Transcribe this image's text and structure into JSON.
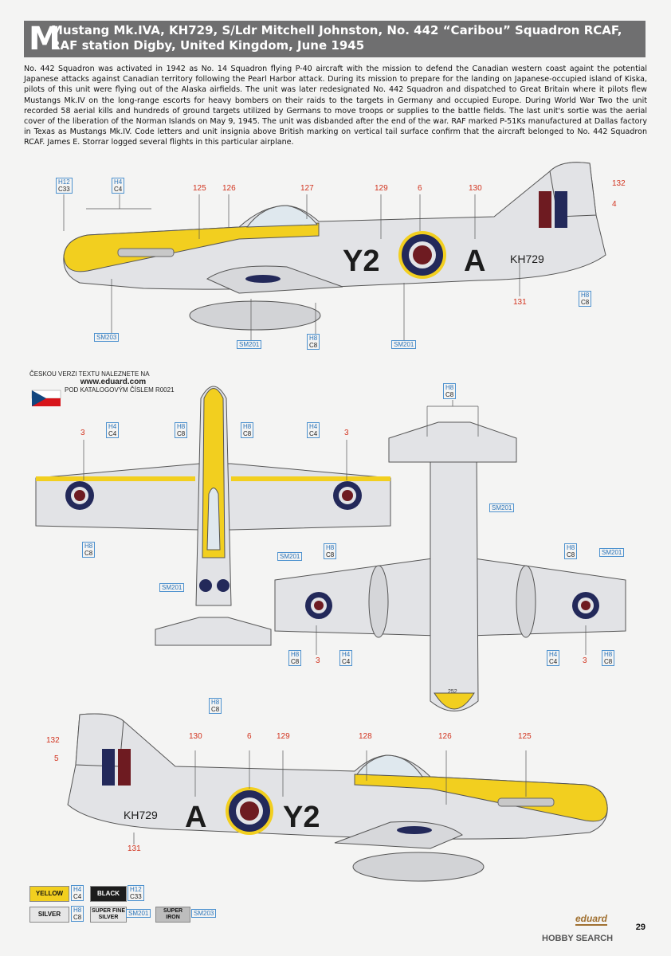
{
  "header": {
    "letter": "M",
    "title": "Mustang Mk.IVA, KH729, S/Ldr Mitchell Johnston, No. 442 “Caribou” Squadron RCAF, RAF station Digby, United Kingdom, June 1945"
  },
  "description": "No. 442 Squadron was activated in 1942 as No. 14 Squadron flying P-40 aircraft with the mission to defend the Canadian western coast againt the potential Japanese attacks against Canadian territory following the Pearl Harbor attack. During its mission to prepare for the landing on Japanese-occupied island of Kiska, pilots of this unit were flying out of the Alaska airfields. The unit was later redesignated No. 442 Squadron and dispatched to Great Britain where it pilots flew Mustangs Mk.IV on the long-range escorts for heavy bombers on their raids to the targets in Germany and occupied Europe. During World War Two the unit recorded 58 aerial kills and hundreds of ground targets utilized by Germans to move troops or supplies to the battle fields. The last unit's sortie was the aerial cover of the liberation of the Norman Islands on May 9, 1945. The unit was disbanded after the end of the war. RAF marked P-51Ks manufactured at Dallas factory in Texas as Mustangs Mk.IV. Code letters and unit insignia above British marking on vertical tail surface confirm that the aircraft belonged to No. 442 Squadron RCAF. James E. Storrar logged several flights in this particular airplane.",
  "markings": {
    "code_left": "Y2",
    "code_right": "A",
    "serial": "KH729",
    "tail_code": "252"
  },
  "czech_note": {
    "line1": "ČESKOU VERZI TEXTU NALEZNETE NA",
    "web": "www.eduard.com",
    "line2": "POD KATALOGOVÝM ČÍSLEM R0021"
  },
  "refs": {
    "h12": "H12",
    "c33": "C33",
    "h4": "H4",
    "c4": "C4",
    "h8": "H8",
    "c8": "C8",
    "sm201": "SM201",
    "sm203": "SM203"
  },
  "callouts": {
    "n125": "125",
    "n126": "126",
    "n127": "127",
    "n128": "128",
    "n129": "129",
    "n130": "130",
    "n6": "6",
    "n132": "132",
    "n4": "4",
    "n131": "131",
    "n3": "3",
    "n5": "5"
  },
  "legend": [
    {
      "label": "YELLOW",
      "code1": "H4",
      "code2": "C4",
      "color": "#f2cf1f"
    },
    {
      "label": "BLACK",
      "code1": "H12",
      "code2": "C33",
      "color": "#1c1c1c"
    },
    {
      "label": "SILVER",
      "code1": "H8",
      "code2": "C8",
      "color": "#e6e6e6"
    },
    {
      "label": "SUPER FINE SILVER",
      "code1": "SM201",
      "code2": "",
      "color": "#e6e6e6"
    },
    {
      "label": "SUPER IRON",
      "code1": "SM203",
      "code2": "",
      "color": "#bdbdbd"
    }
  ],
  "footer": {
    "brand": "eduard",
    "page": "29",
    "watermark": "HOBBY SEARCH"
  },
  "colors": {
    "yellow": "#f2cf1f",
    "navy": "#23295a",
    "maroon": "#6e1b21",
    "silver": "#e2e3e6",
    "callout_red": "#d2331e",
    "ref_blue": "#2a73b8"
  }
}
